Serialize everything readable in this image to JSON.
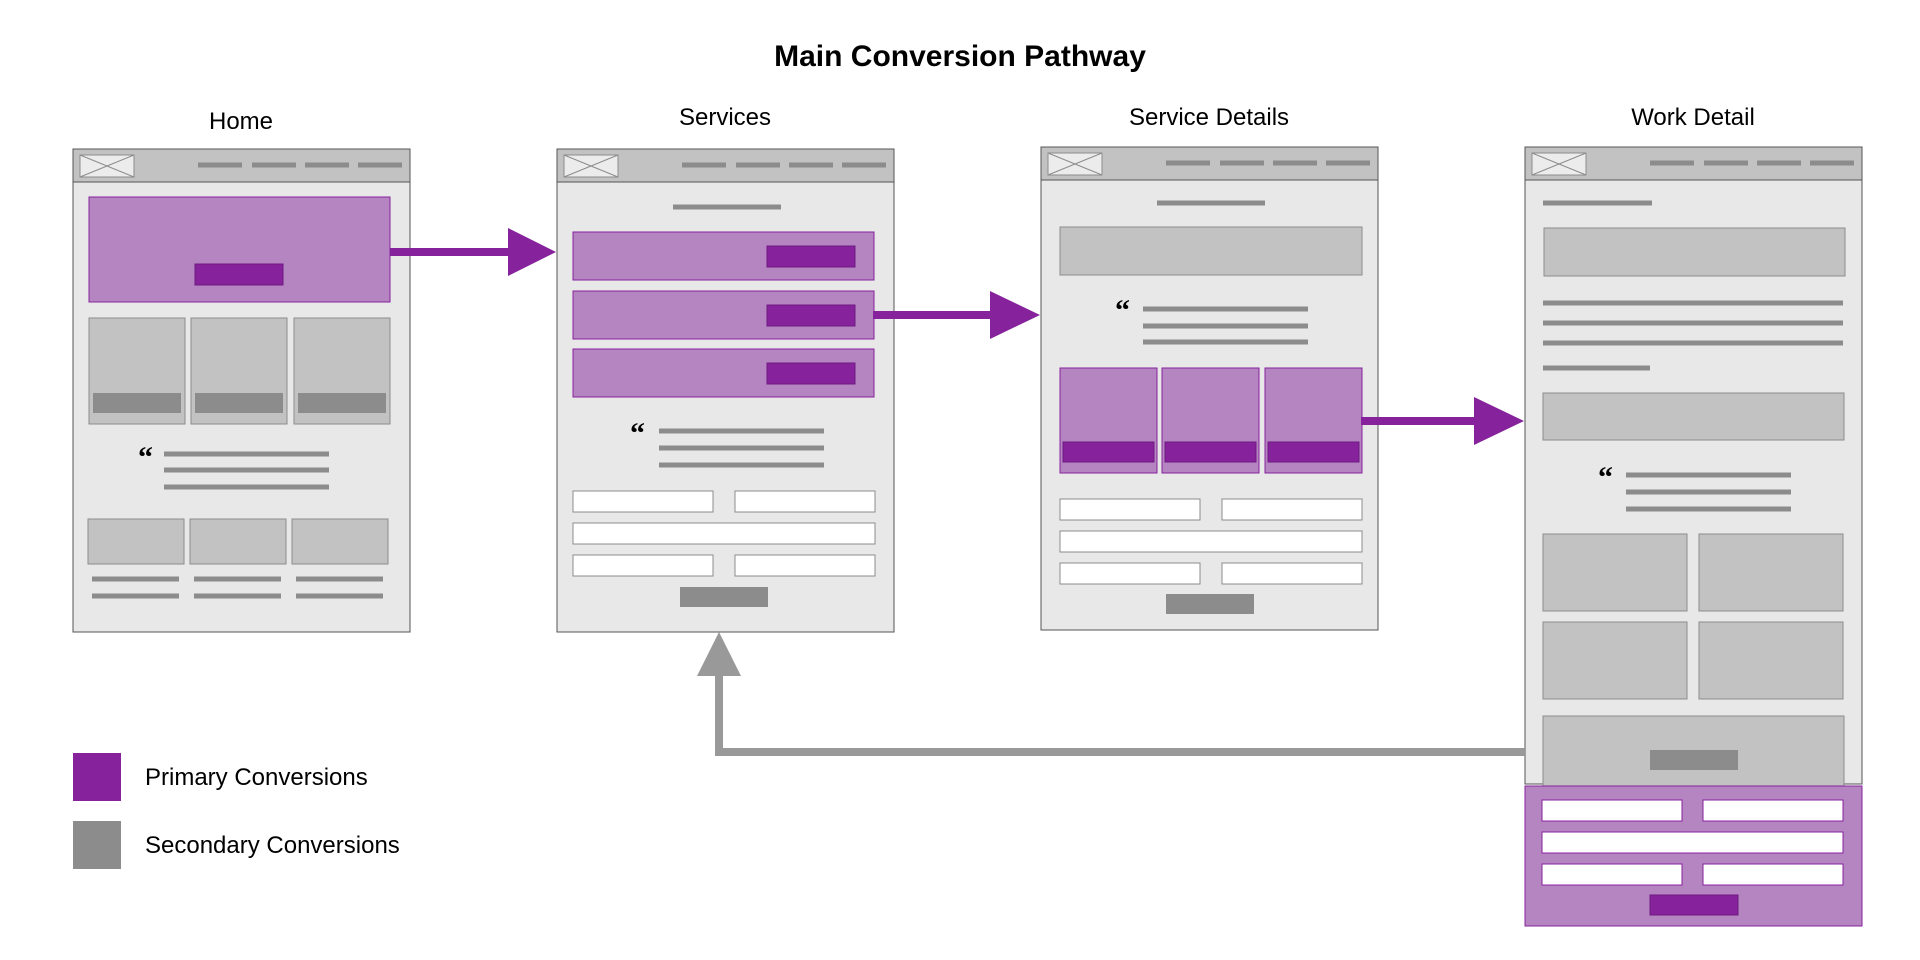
{
  "title": "Main Conversion Pathway",
  "pages": {
    "home": "Home",
    "services": "Services",
    "service_details": "Service Details",
    "work_detail": "Work Detail"
  },
  "legend": {
    "primary": "Primary Conversions",
    "secondary": "Secondary Conversions"
  },
  "colors": {
    "primary_dark": "#86229b",
    "primary_light": "#b585c1",
    "secondary": "#8c8c8c",
    "page_bg": "#e8e8e8",
    "block": "#c2c2c2",
    "line": "#8c8c8c",
    "arrow_gray": "#999999"
  },
  "quote_glyph": "“"
}
